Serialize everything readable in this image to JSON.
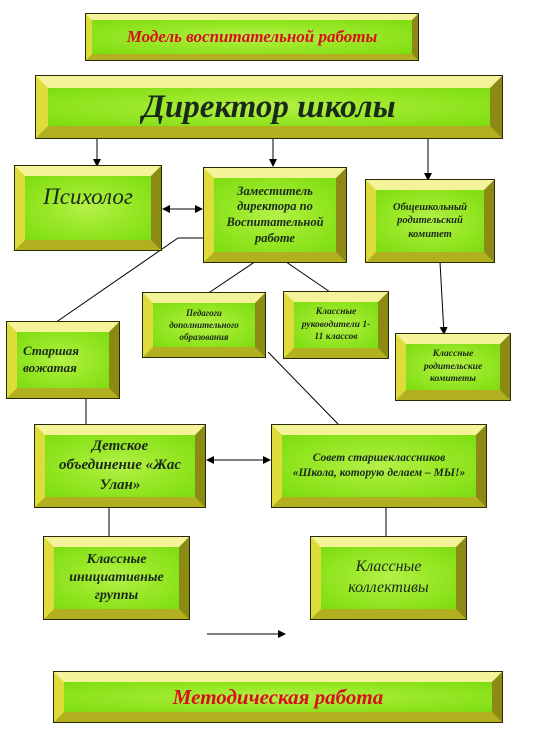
{
  "title": "Модель воспитательной работы",
  "director": "Директор школы",
  "psychologist": "Психолог",
  "deputy": "Заместитель директора по Воспитательной работе",
  "parent_committee": "Общешкольный родительский комитет",
  "extra_teachers": "Педагоги дополнительного образования",
  "class_teachers": "Классные руководители 1-11 классов",
  "senior_counselor": "Старшая вожатая",
  "class_parent_committees": "Классные родительские комитеты",
  "children_association": "Детское объединение «Жас Улан»",
  "senior_council": "Совет старшеклассников «Школа, которую делаем – МЫ!»",
  "initiative_groups": "Классные инициативные группы",
  "class_collectives": "Классные коллективы",
  "methodical_work": "Методическая работа"
}
